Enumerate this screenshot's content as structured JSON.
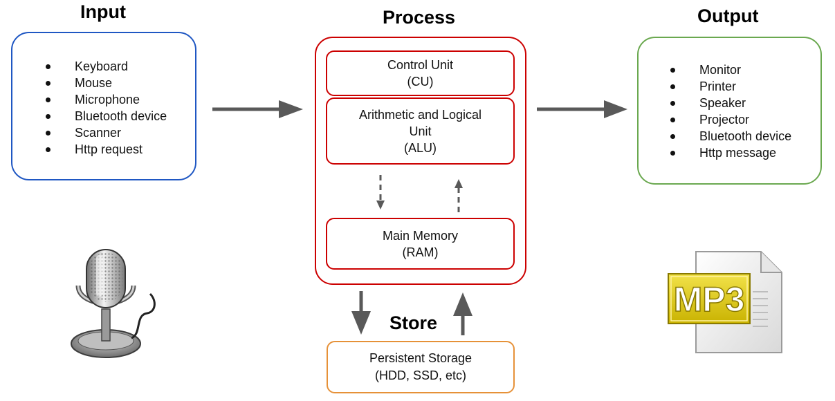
{
  "input": {
    "heading": "Input",
    "items": [
      "Keyboard",
      "Mouse",
      "Microphone",
      "Bluetooth device",
      "Scanner",
      "Http request"
    ],
    "icon": "microphone-icon"
  },
  "process": {
    "heading": "Process",
    "cu": {
      "line1": "Control Unit",
      "line2": "(CU)"
    },
    "alu": {
      "line1": "Arithmetic and Logical",
      "line2": "Unit",
      "line3": "(ALU)"
    },
    "memory": {
      "line1": "Main Memory",
      "line2": "(RAM)"
    }
  },
  "output": {
    "heading": "Output",
    "items": [
      "Monitor",
      "Printer",
      "Speaker",
      "Projector",
      "Bluetooth device",
      "Http message"
    ],
    "icon": "mp3-file-icon",
    "icon_label": "MP3"
  },
  "store": {
    "heading": "Store",
    "line1": "Persistent Storage",
    "line2": "(HDD, SSD, etc)"
  },
  "colors": {
    "input_border": "#1f57c3",
    "process_border": "#cc0000",
    "output_border": "#6aa84f",
    "store_border": "#e69138",
    "arrow": "#595959"
  }
}
